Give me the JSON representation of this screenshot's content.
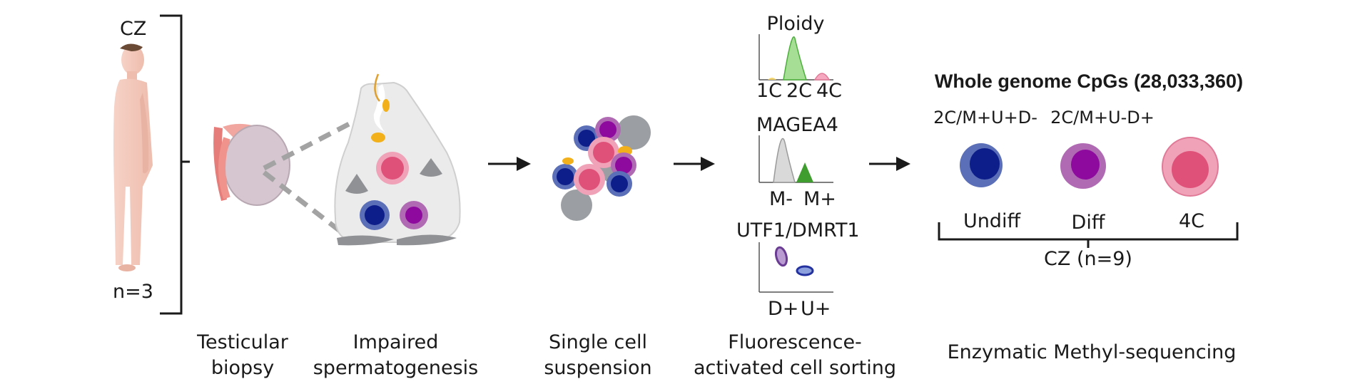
{
  "cohort": {
    "group": "CZ",
    "n": "n=3"
  },
  "steps": [
    {
      "line1": "Testicular",
      "line2": "biopsy"
    },
    {
      "line1": "Impaired",
      "line2": "spermatogenesis"
    },
    {
      "line1": "Single cell",
      "line2": "suspension"
    },
    {
      "line1": "Fluorescence-",
      "line2": "activated cell sorting"
    },
    {
      "line1": "Enzymatic Methyl-sequencing",
      "line2": ""
    }
  ],
  "facs": {
    "ploidy": {
      "title": "Ploidy",
      "ticks": [
        "1C",
        "2C",
        "4C"
      ]
    },
    "magea4": {
      "title": "MAGEA4",
      "ticks": [
        "M-",
        "M+"
      ]
    },
    "utf1": {
      "title": "UTF1/DMRT1",
      "ticks": [
        "D+",
        "U+"
      ]
    }
  },
  "result": {
    "title": "Whole genome CpGs (28,033,360)",
    "gates": [
      "2C/M+U+D-",
      "2C/M+U-D+"
    ],
    "groups": [
      "Undiff",
      "Diff",
      "4C"
    ],
    "cohort": "CZ (n=9)"
  },
  "colors": {
    "undiff_outer": "#5b6fb8",
    "undiff_inner": "#0d1d8a",
    "diff_outer": "#b06ab3",
    "diff_inner": "#8e0a9e",
    "c4_outer": "#f0a3b8",
    "c4_inner": "#e0517a",
    "grey_cell": "#8f9194",
    "germ_yellow": "#f2b11b",
    "hist_green": "#4caf3c",
    "hist_pink": "#f5a8bf",
    "hist_grey": "#c9c9c9"
  }
}
